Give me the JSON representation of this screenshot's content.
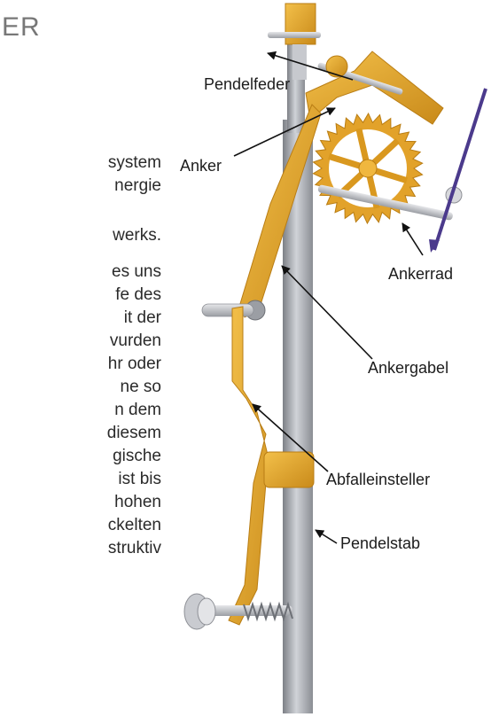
{
  "heading_fragment": "ER",
  "text_fragments": [
    "system",
    "nergie",
    "werks.",
    "es uns",
    "fe des",
    "it  der",
    "vurden",
    "hr oder",
    "ne  so",
    "n  dem",
    "diesem",
    "gische",
    "ist bis",
    "hohen",
    "ckelten",
    "struktiv"
  ],
  "labels": {
    "pendelfeder": "Pendelfeder",
    "anker": "Anker",
    "ankerrad": "Ankerrad",
    "ankergabel": "Ankergabel",
    "abfalleinsteller": "Abfalleinsteller",
    "pendelstab": "Pendelstab"
  },
  "colors": {
    "brass": "#e2a22a",
    "brass_dark": "#b97d14",
    "rod": "#a7aab0",
    "hand": "#4b3a8c",
    "text": "#2a2a2a"
  }
}
